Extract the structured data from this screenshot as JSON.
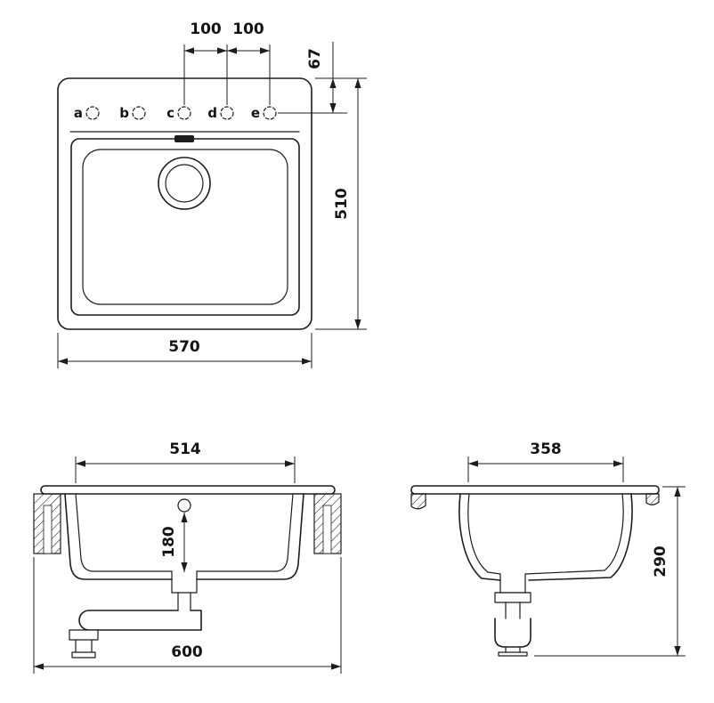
{
  "drawing": {
    "title": "sink-dimension-drawing",
    "top_view": {
      "hole_labels": [
        "a",
        "b",
        "c",
        "d",
        "e"
      ],
      "dim_hole_spacing_1": "100",
      "dim_hole_spacing_2": "100",
      "dim_edge_to_holes": "67",
      "dim_depth": "510",
      "dim_width": "570"
    },
    "front_section": {
      "dim_inner_width": "514",
      "dim_bowl_depth": "180",
      "dim_overall_width": "600"
    },
    "side_section": {
      "dim_inner_depth": "358",
      "dim_height": "290"
    }
  }
}
